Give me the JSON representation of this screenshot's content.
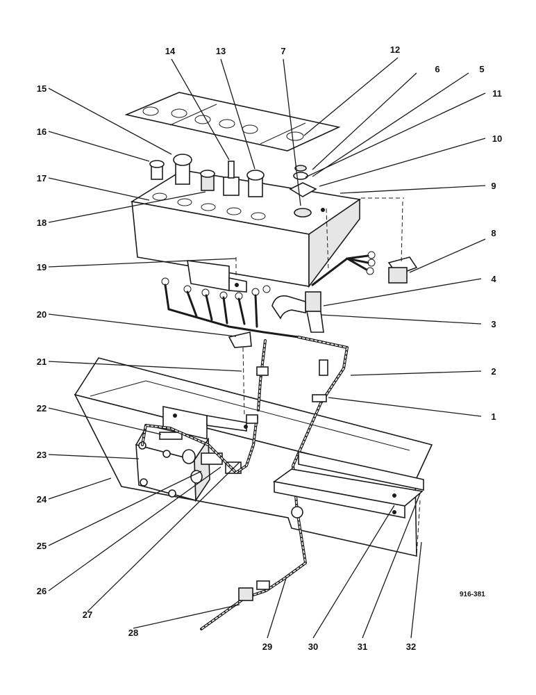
{
  "figure_id": "916-381",
  "callouts": [
    {
      "n": "1"
    },
    {
      "n": "2"
    },
    {
      "n": "3"
    },
    {
      "n": "4"
    },
    {
      "n": "5"
    },
    {
      "n": "6"
    },
    {
      "n": "7"
    },
    {
      "n": "8"
    },
    {
      "n": "9"
    },
    {
      "n": "10"
    },
    {
      "n": "11"
    },
    {
      "n": "12"
    },
    {
      "n": "13"
    },
    {
      "n": "14"
    },
    {
      "n": "15"
    },
    {
      "n": "16"
    },
    {
      "n": "17"
    },
    {
      "n": "18"
    },
    {
      "n": "19"
    },
    {
      "n": "20"
    },
    {
      "n": "21"
    },
    {
      "n": "22"
    },
    {
      "n": "23"
    },
    {
      "n": "24"
    },
    {
      "n": "25"
    },
    {
      "n": "26"
    },
    {
      "n": "27"
    },
    {
      "n": "28"
    },
    {
      "n": "29"
    },
    {
      "n": "30"
    },
    {
      "n": "31"
    },
    {
      "n": "32"
    }
  ]
}
